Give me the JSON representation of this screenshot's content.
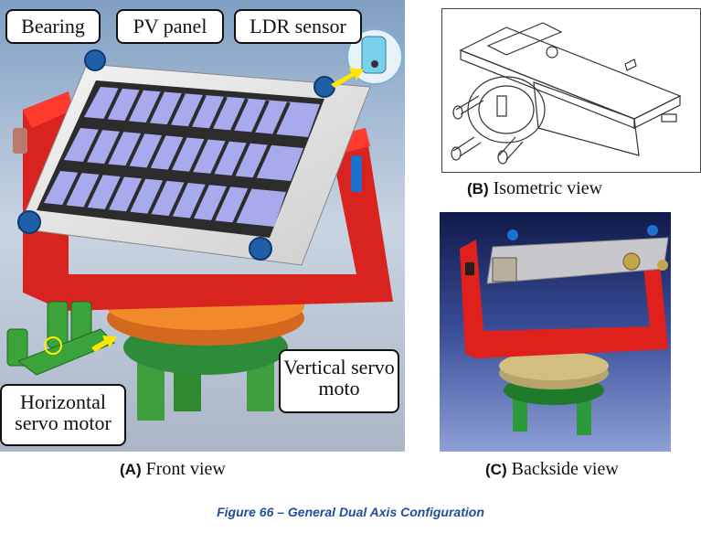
{
  "callouts": {
    "bearing": "Bearing",
    "pv_panel": "PV panel",
    "ldr_sensor": "LDR sensor",
    "vertical_servo": "Vertical servo moto",
    "horizontal_servo": "Horizontal servo motor"
  },
  "captions": {
    "front_letter": "(A)",
    "front_text": "Front view",
    "iso_letter": "(B)",
    "iso_text": "Isometric view",
    "back_letter": "(C)",
    "back_text": "Backside view"
  },
  "figure_caption": "Figure 66 – General Dual Axis Configuration"
}
